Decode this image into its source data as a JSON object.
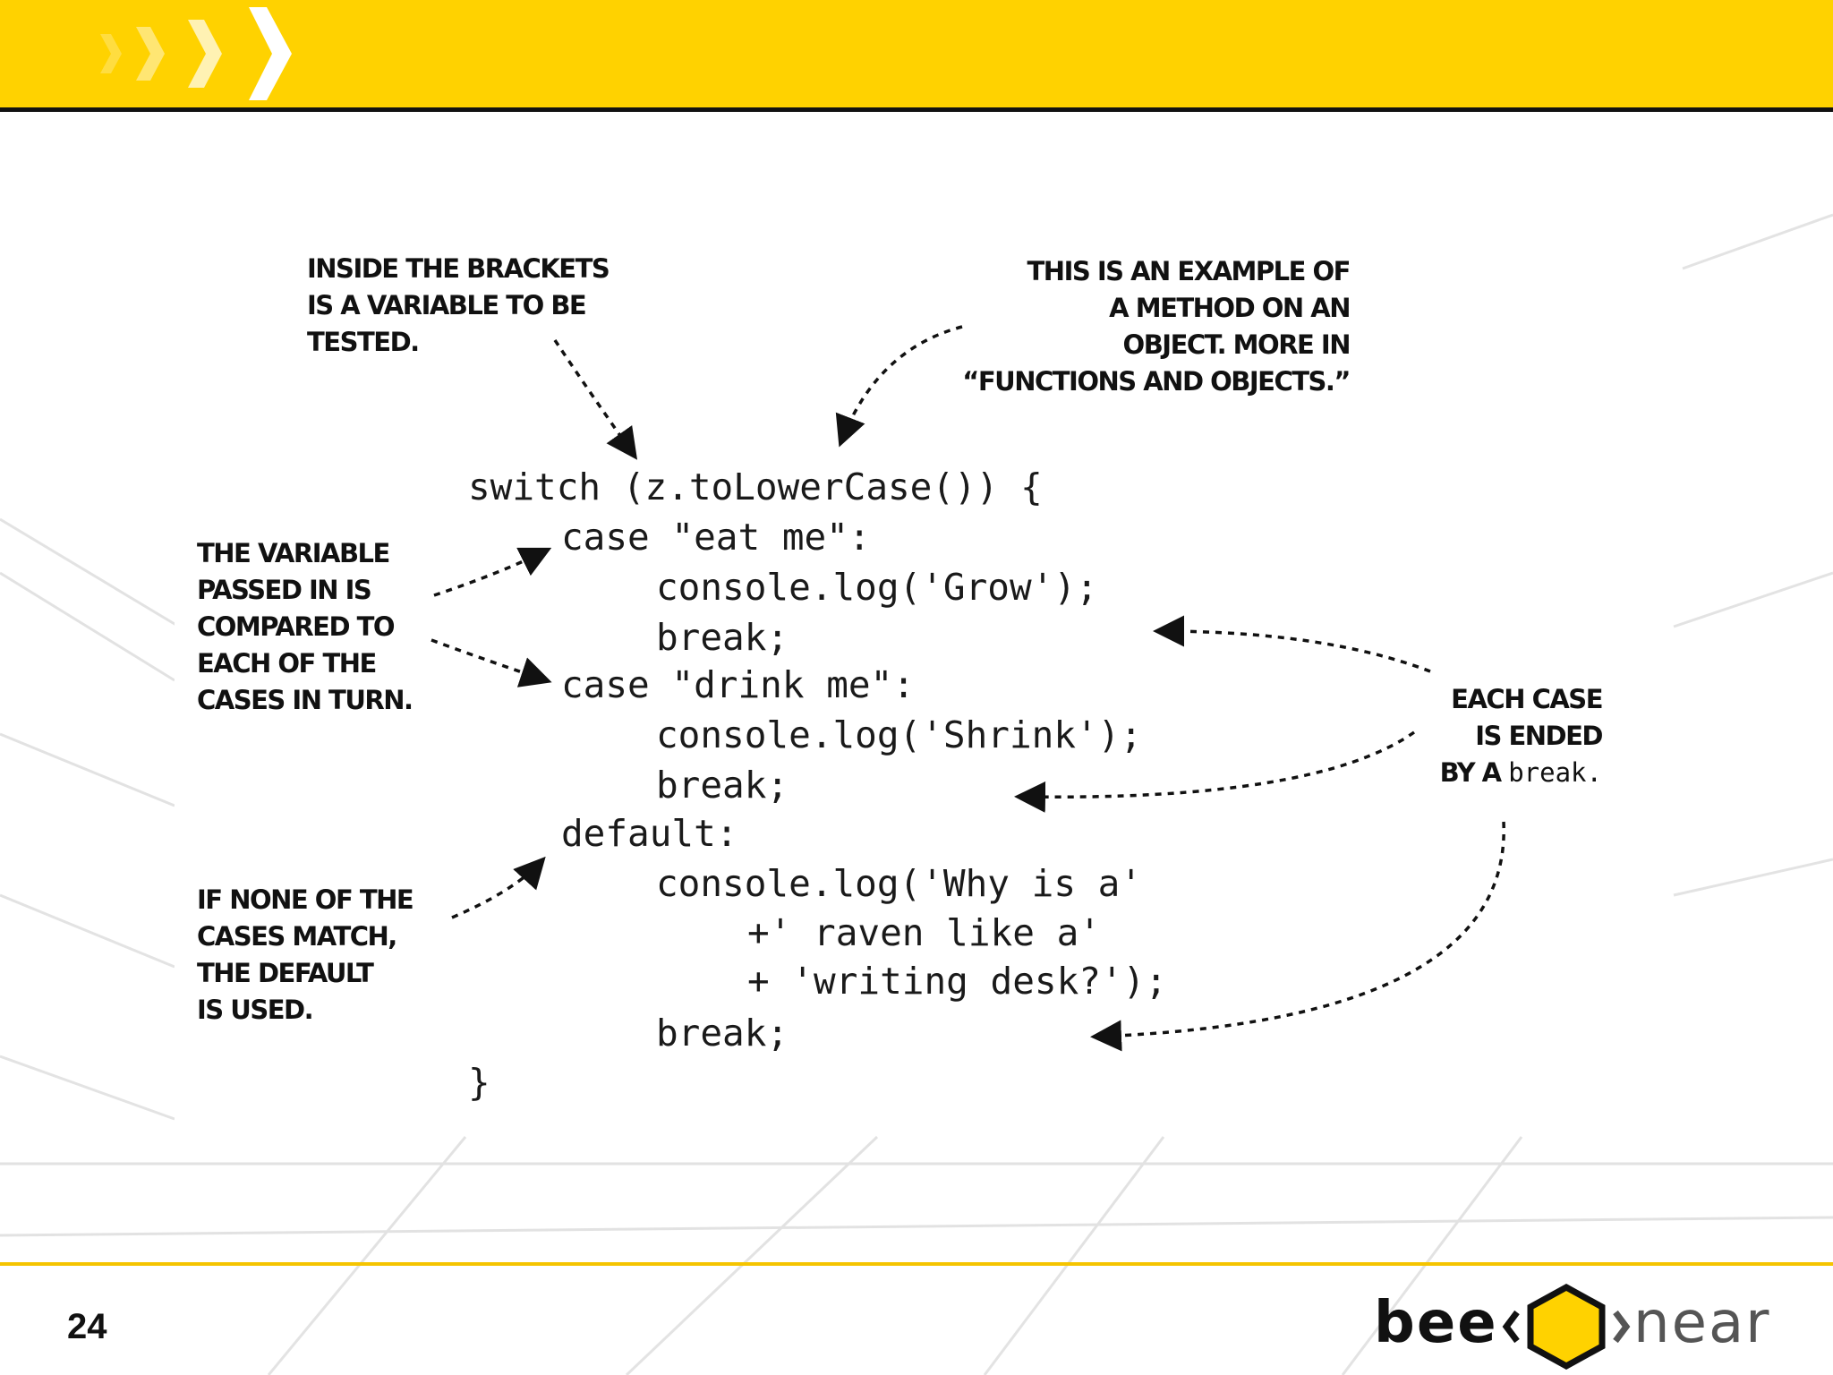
{
  "colors": {
    "accent": "#ffd200",
    "footer_line": "#f5c400",
    "text": "#111111"
  },
  "annotations": {
    "brackets": "INSIDE THE BRACKETS\nIS A VARIABLE TO BE\nTESTED.",
    "method": "THIS IS AN EXAMPLE OF\nA METHOD ON AN\nOBJECT. MORE IN\n“FUNCTIONS AND OBJECTS.”",
    "compare": "THE VARIABLE\nPASSED IN IS\nCOMPARED TO\nEACH OF THE\nCASES IN TURN.",
    "default": "IF NONE OF THE\nCASES MATCH,\nTHE DEFAULT\nIS USED.",
    "break_line1": "EACH CASE",
    "break_line2": "IS ENDED",
    "break_line3_prefix": "BY A ",
    "break_line3_code": "break",
    "break_line3_suffix": "."
  },
  "code_lines": [
    "switch (z.toLowerCase()) {",
    "case \"eat me\":",
    "console.log('Grow');",
    "break;",
    "case \"drink me\":",
    "console.log('Shrink');",
    "break;",
    "default:",
    "console.log('Why is a'",
    "+' raven like a'",
    "+ 'writing desk?');",
    "break;",
    "}"
  ],
  "footer": {
    "page_number": "24"
  },
  "logo": {
    "left_word": "bee",
    "right_word": "near"
  }
}
